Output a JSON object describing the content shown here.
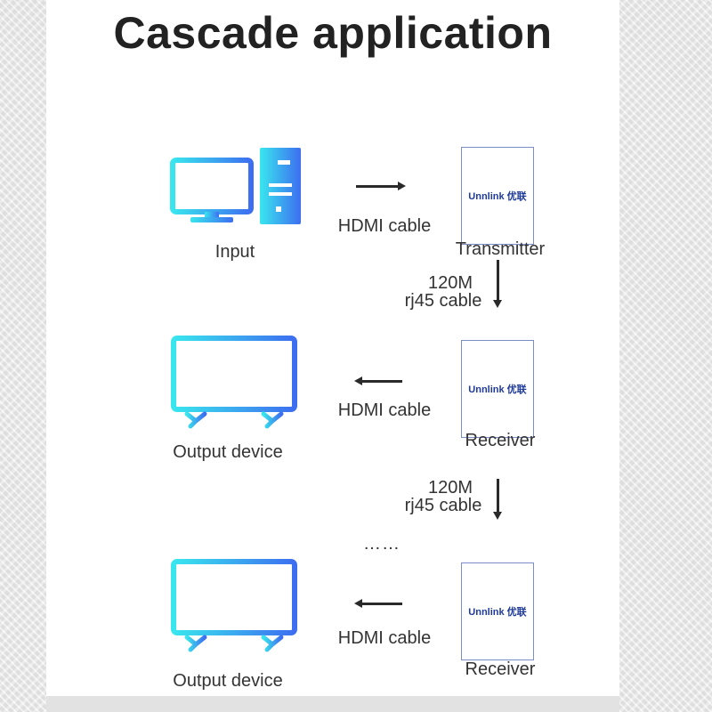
{
  "title": "Cascade application",
  "brand": {
    "text": "Unnlink 优联",
    "color": "#1e3a9a"
  },
  "colors": {
    "gradient_start": "#39e6ee",
    "gradient_end": "#3d6ef0"
  },
  "input": {
    "label": "Input",
    "icons": [
      "monitor-icon",
      "pc-tower-icon"
    ]
  },
  "transmitter": {
    "label": "Transmitter"
  },
  "receivers": [
    {
      "label": "Receiver"
    },
    {
      "label": "Receiver"
    }
  ],
  "outputs": [
    {
      "label": "Output device",
      "icon": "tv-icon"
    },
    {
      "label": "Output device",
      "icon": "tv-icon"
    }
  ],
  "hdmi_cable_labels": [
    "HDMI cable",
    "HDMI cable",
    "HDMI cable"
  ],
  "rj45_labels": [
    {
      "line1": "120M",
      "line2": "rj45 cable"
    },
    {
      "line1": "120M",
      "line2": "rj45 cable"
    }
  ],
  "ellipsis": "……"
}
